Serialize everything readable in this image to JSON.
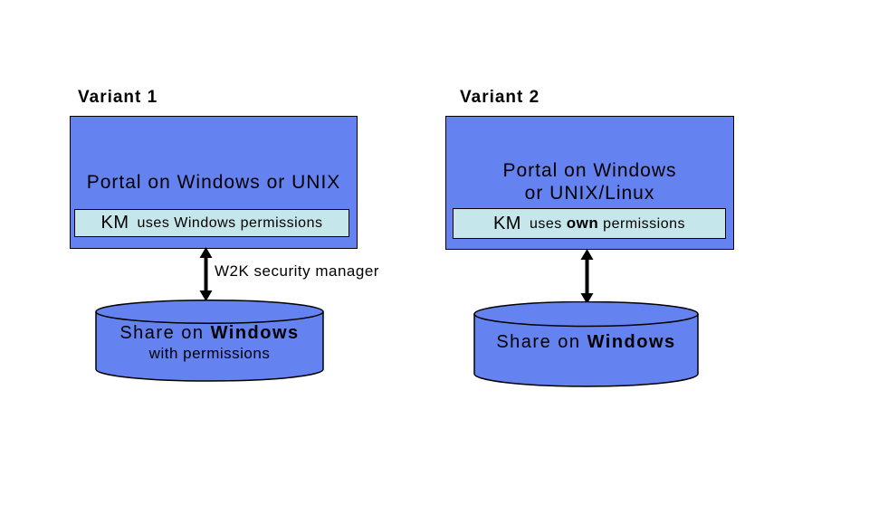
{
  "colors": {
    "background": "#FFFFFF",
    "box_fill": "#6483F0",
    "km_fill": "#C5E6EA",
    "outline": "#000000"
  },
  "variant1": {
    "title": "Variant 1",
    "portal_label": "Portal on Windows or UNIX",
    "km_name": "KM",
    "km_text": "uses Windows permissions",
    "connector_label": "W2K security manager",
    "share_prefix": "Share on ",
    "share_emphasis": "Windows",
    "share_note": "with permissions"
  },
  "variant2": {
    "title": "Variant 2",
    "portal_line1": "Portal on Windows",
    "portal_line2": "or UNIX/Linux",
    "km_name": "KM",
    "km_text_pre": "uses ",
    "km_text_emphasis": "own",
    "km_text_post": " permissions",
    "share_prefix": "Share on ",
    "share_emphasis": "Windows"
  }
}
